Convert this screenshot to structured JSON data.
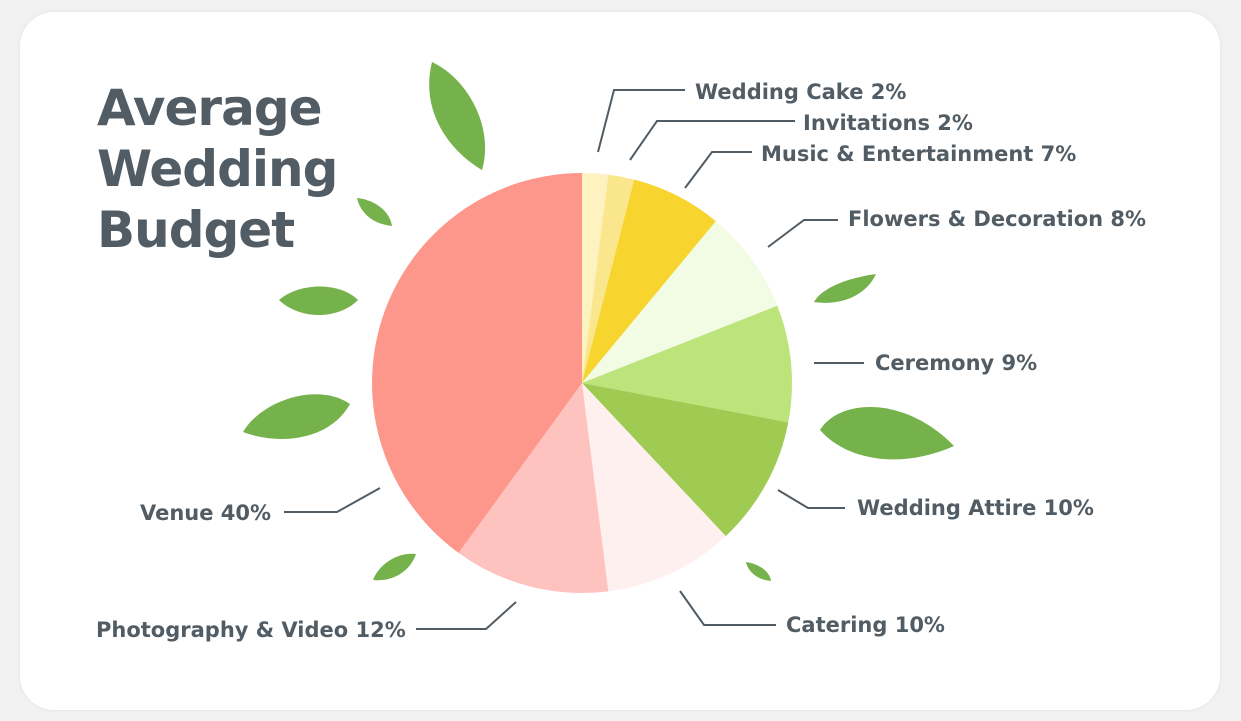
{
  "title_lines": [
    "Average",
    "Wedding",
    "Budget"
  ],
  "chart_data": {
    "type": "pie",
    "title": "Average Wedding Budget",
    "start_angle_deg": 0,
    "direction": "clockwise",
    "slices": [
      {
        "label": "Wedding Cake 2%",
        "value": 2,
        "color": "#fdf2c0"
      },
      {
        "label": "Invitations 2%",
        "value": 2,
        "color": "#fae68c"
      },
      {
        "label": "Music & Entertainment 7%",
        "value": 7,
        "color": "#f7d52e"
      },
      {
        "label": "Flowers & Decoration 8%",
        "value": 8,
        "color": "#f2fbe3"
      },
      {
        "label": "Ceremony 9%",
        "value": 9,
        "color": "#bde47b"
      },
      {
        "label": "Wedding Attire 10%",
        "value": 10,
        "color": "#9fcb52"
      },
      {
        "label": "Catering 10%",
        "value": 10,
        "color": "#fff0f0"
      },
      {
        "label": "Photography & Video 12%",
        "value": 12,
        "color": "#ffc3bf"
      },
      {
        "label": "Venue 40%",
        "value": 40,
        "color": "#fd978c"
      }
    ]
  },
  "colors": {
    "text": "#515c64",
    "leaf": "#76b24b",
    "leader_line": "#515c64"
  }
}
